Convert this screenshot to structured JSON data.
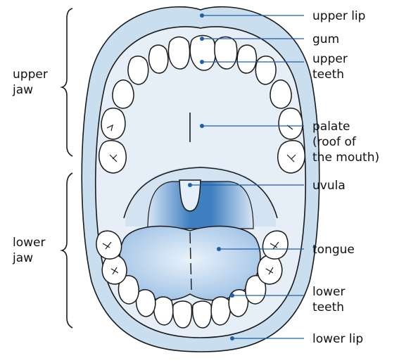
{
  "labels": {
    "upper_lip": "upper lip",
    "gum": "gum",
    "upper_teeth": [
      "upper",
      "teeth"
    ],
    "palate": [
      "palate",
      "(roof of",
      "the mouth)"
    ],
    "uvula": "uvula",
    "tongue": "tongue",
    "lower_teeth": [
      "lower",
      "teeth"
    ],
    "lower_lip": "lower lip",
    "upper_jaw": [
      "upper",
      "jaw"
    ],
    "lower_jaw": [
      "lower",
      "jaw"
    ]
  },
  "colors": {
    "lip": "#c9dff0",
    "mouth_interior": "#e6eff8",
    "tongue": "#aecce9",
    "uvula_dark": "#3f7fc0",
    "leader": "#1f5fa8"
  }
}
